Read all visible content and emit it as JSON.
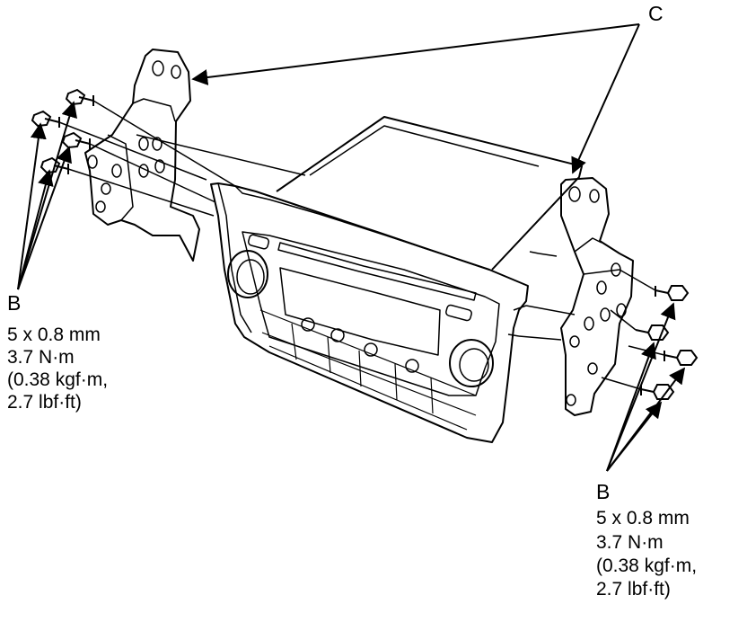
{
  "callouts": {
    "c": "C",
    "b_left": "B",
    "b_right": "B"
  },
  "spec_left": {
    "size": "5 x 0.8 mm",
    "torque_nm": "3.7 N·m",
    "torque_kgf": "(0.38 kgf·m,",
    "torque_lbf": "2.7 lbf·ft)"
  },
  "spec_right": {
    "size": "5 x 0.8 mm",
    "torque_nm": "3.7 N·m",
    "torque_kgf": "(0.38 kgf·m,",
    "torque_lbf": "2.7 lbf·ft)"
  }
}
